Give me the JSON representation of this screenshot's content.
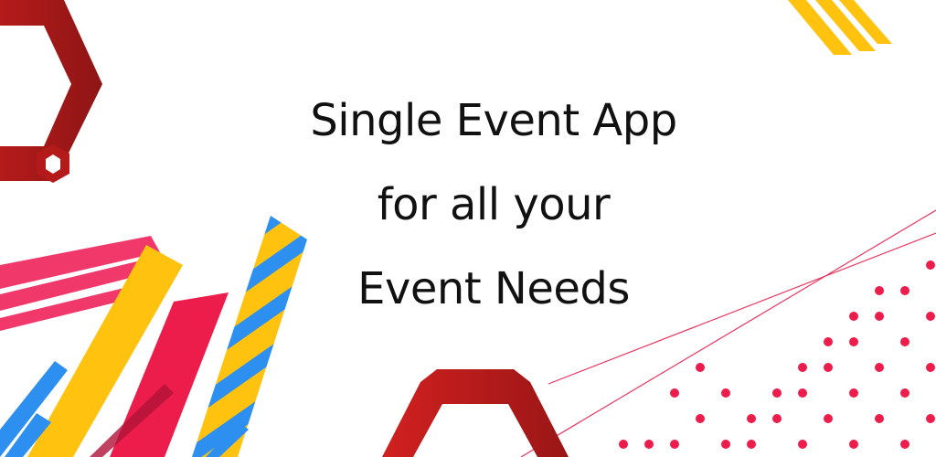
{
  "banner": {
    "headline": {
      "line1": "Single Event App",
      "line2": "for all your",
      "line3": "Event Needs"
    }
  },
  "colors": {
    "background": "#ffffff",
    "text": "#111111",
    "hex_red_dark": "#8e1515",
    "hex_red": "#c91e1e",
    "pink": "#f0386b",
    "yellow": "#ffc20e",
    "blue": "#2d8ff0",
    "magenta_red": "#ec1c4b",
    "line_pink": "#e8365f"
  },
  "decorations": [
    "hexagon-outline-top-left",
    "small-hexagon-top-left",
    "hexagon-outline-bottom-center",
    "yellow-stripes-top-right",
    "diagonal-stripe-cluster-bottom-left",
    "dot-grid-bottom-right",
    "crossing-lines-right"
  ]
}
